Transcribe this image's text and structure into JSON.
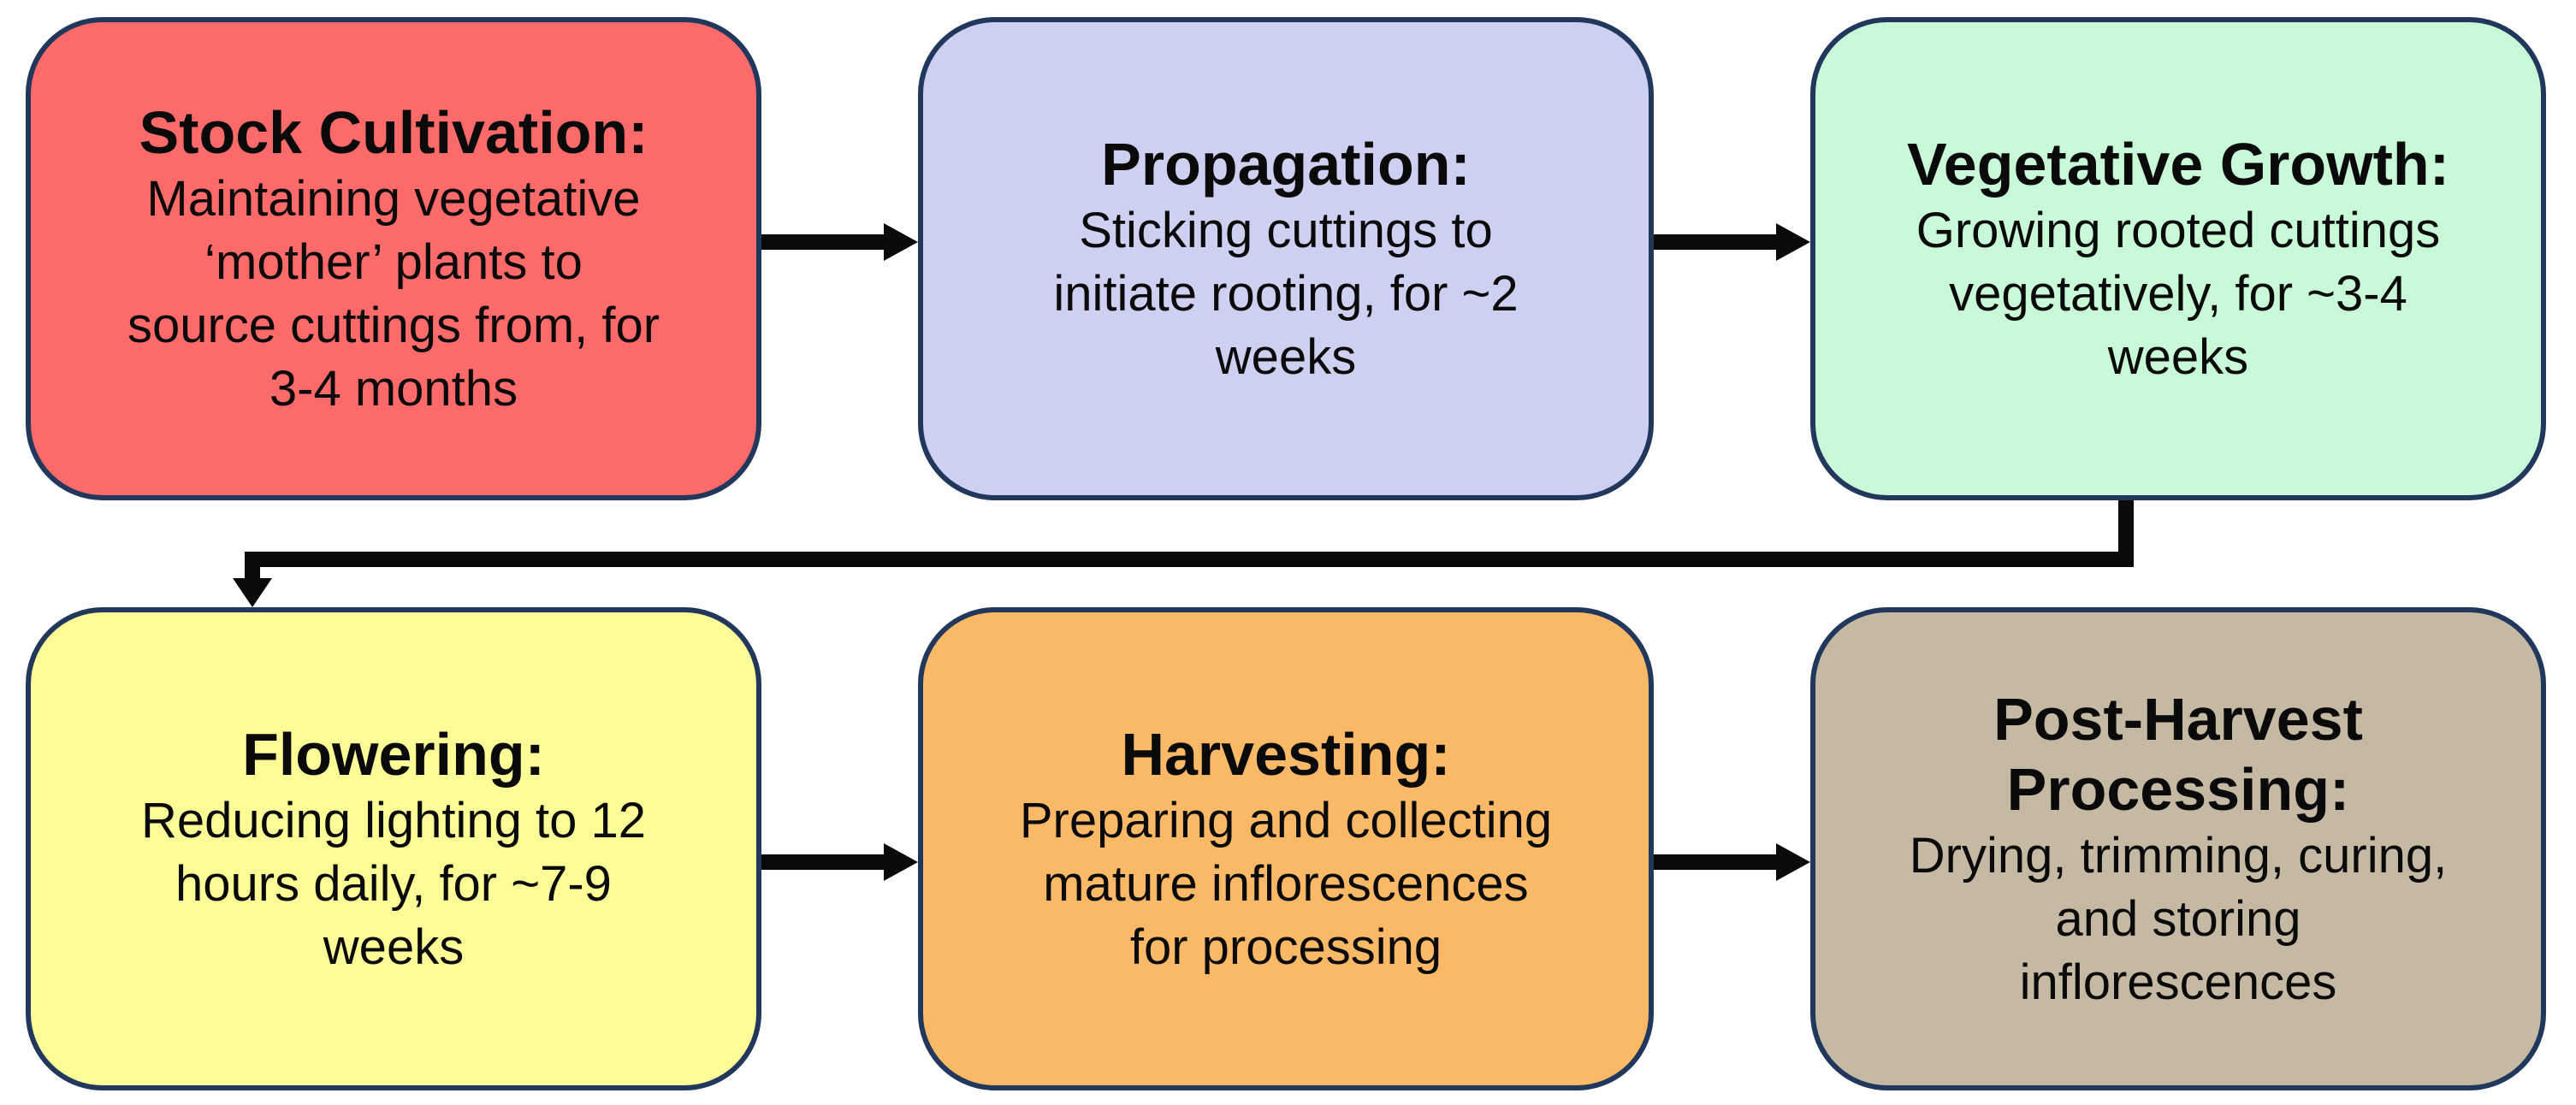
{
  "diagram": {
    "title": "Cultivation process flowchart",
    "background_color": "#ffffff",
    "box_border_color": "#22375c",
    "arrow_color": "#0a0a0a",
    "text_color": "#0a0a0a",
    "boxes": [
      {
        "id": "stock-cultivation",
        "fill": "#fc6a6a",
        "title": "Stock Cultivation:",
        "title_lines": [
          "Stock Cultivation:"
        ],
        "body": "Maintaining vegetative ‘mother’ plants to source cuttings from, for 3-4 months",
        "body_lines": [
          "Maintaining vegetative",
          "‘mother’ plants to",
          "source cuttings from, for",
          "3-4 months"
        ]
      },
      {
        "id": "propagation",
        "fill": "#ced0f2",
        "title": "Propagation:",
        "title_lines": [
          "Propagation:"
        ],
        "body": "Sticking cuttings to initiate rooting, for ~2 weeks",
        "body_lines": [
          "Sticking cuttings to",
          "initiate rooting, for ~2",
          "weeks"
        ]
      },
      {
        "id": "vegetative-growth",
        "fill": "#c9fad8",
        "title": "Vegetative Growth:",
        "title_lines": [
          "Vegetative Growth:"
        ],
        "body": "Growing rooted cuttings vegetatively, for ~3-4 weeks",
        "body_lines": [
          "Growing rooted cuttings",
          "vegetatively, for ~3-4",
          "weeks"
        ]
      },
      {
        "id": "flowering",
        "fill": "#fdfd98",
        "title": "Flowering:",
        "title_lines": [
          "Flowering:"
        ],
        "body": "Reducing lighting to 12 hours daily, for ~7-9 weeks",
        "body_lines": [
          "Reducing lighting to 12",
          "hours daily, for ~7-9",
          "weeks"
        ]
      },
      {
        "id": "harvesting",
        "fill": "#fab967",
        "title": "Harvesting:",
        "title_lines": [
          "Harvesting:"
        ],
        "body": "Preparing and collecting mature inflorescences for processing",
        "body_lines": [
          "Preparing and collecting",
          "mature inflorescences",
          "for processing"
        ]
      },
      {
        "id": "post-harvest-processing",
        "fill": "#c5b9a4",
        "title": "Post-Harvest Processing:",
        "title_lines": [
          "Post-Harvest",
          "Processing:"
        ],
        "body": "Drying, trimming, curing, and storing inflorescences",
        "body_lines": [
          "Drying, trimming, curing,",
          "and storing",
          "inflorescences"
        ]
      }
    ],
    "connections": [
      "stock-cultivation -> propagation",
      "propagation -> vegetative-growth",
      "vegetative-growth -> flowering",
      "flowering -> harvesting",
      "harvesting -> post-harvest-processing"
    ]
  }
}
